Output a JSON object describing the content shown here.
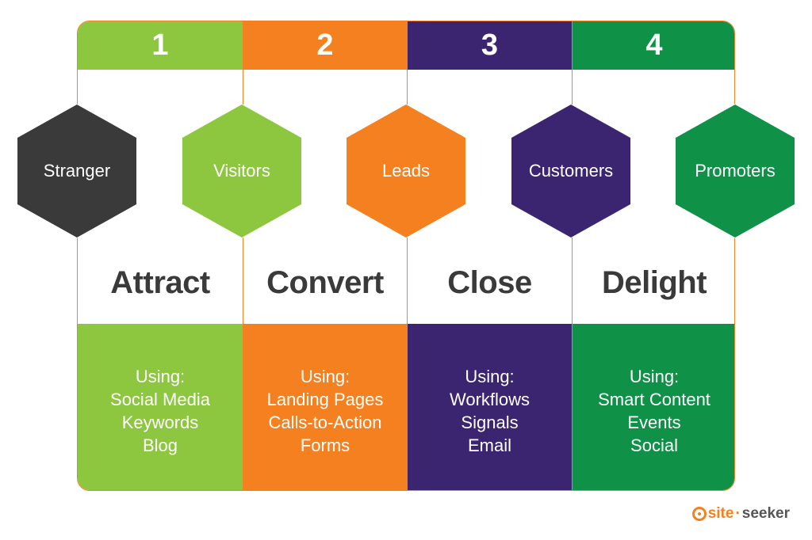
{
  "stages": [
    {
      "number": "1",
      "title": "Attract",
      "using_label": "Using:",
      "tools": [
        "Social Media",
        "Keywords",
        "Blog"
      ],
      "color": "#8dc63f"
    },
    {
      "number": "2",
      "title": "Convert",
      "using_label": "Using:",
      "tools": [
        "Landing Pages",
        "Calls-to-Action",
        "Forms"
      ],
      "color": "#f5801f"
    },
    {
      "number": "3",
      "title": "Close",
      "using_label": "Using:",
      "tools": [
        "Workflows",
        "Signals",
        "Email"
      ],
      "color": "#3b2571"
    },
    {
      "number": "4",
      "title": "Delight",
      "using_label": "Using:",
      "tools": [
        "Smart Content",
        "Events",
        "Social"
      ],
      "color": "#0f9148"
    }
  ],
  "personas": [
    {
      "label": "Stranger",
      "color": "#3a3a3a"
    },
    {
      "label": "Visitors",
      "color": "#8dc63f"
    },
    {
      "label": "Leads",
      "color": "#f5801f"
    },
    {
      "label": "Customers",
      "color": "#3b2571"
    },
    {
      "label": "Promoters",
      "color": "#0f9148"
    }
  ],
  "logo": {
    "prefix": "site",
    "suffix": "seeker",
    "separator": "·",
    "accent_color": "#f5801f",
    "text_color": "#555555"
  }
}
